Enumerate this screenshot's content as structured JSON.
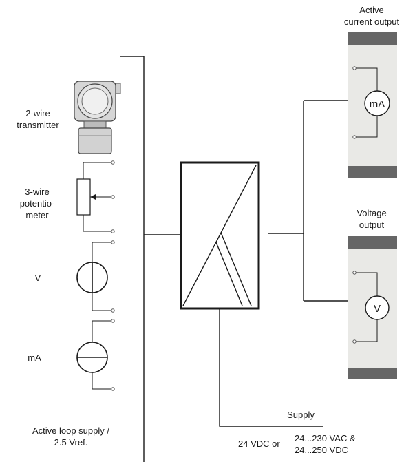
{
  "outputs": {
    "current": {
      "title_line1": "Active",
      "title_line2": "current output",
      "meter_symbol": "mA"
    },
    "voltage": {
      "title_line1": "Voltage",
      "title_line2": "output",
      "meter_symbol": "V"
    }
  },
  "inputs": {
    "two_wire": {
      "line1": "2-wire",
      "line2": "transmitter"
    },
    "three_wire": {
      "line1": "3-wire",
      "line2": "potentio-",
      "line3": "meter"
    },
    "voltage": {
      "label": "V"
    },
    "current": {
      "label": "mA"
    },
    "loop_supply": {
      "line1": "Active loop supply /",
      "line2": "2.5 Vref."
    }
  },
  "supply": {
    "label": "Supply",
    "dc": "24 VDC or",
    "ac_line1": "24...230 VAC &",
    "ac_line2": "24...250 VDC"
  },
  "colors": {
    "line": "#1a1a1a",
    "panel": "#e9e9e6",
    "rail": "#666666",
    "device": "#d9d9d9"
  }
}
